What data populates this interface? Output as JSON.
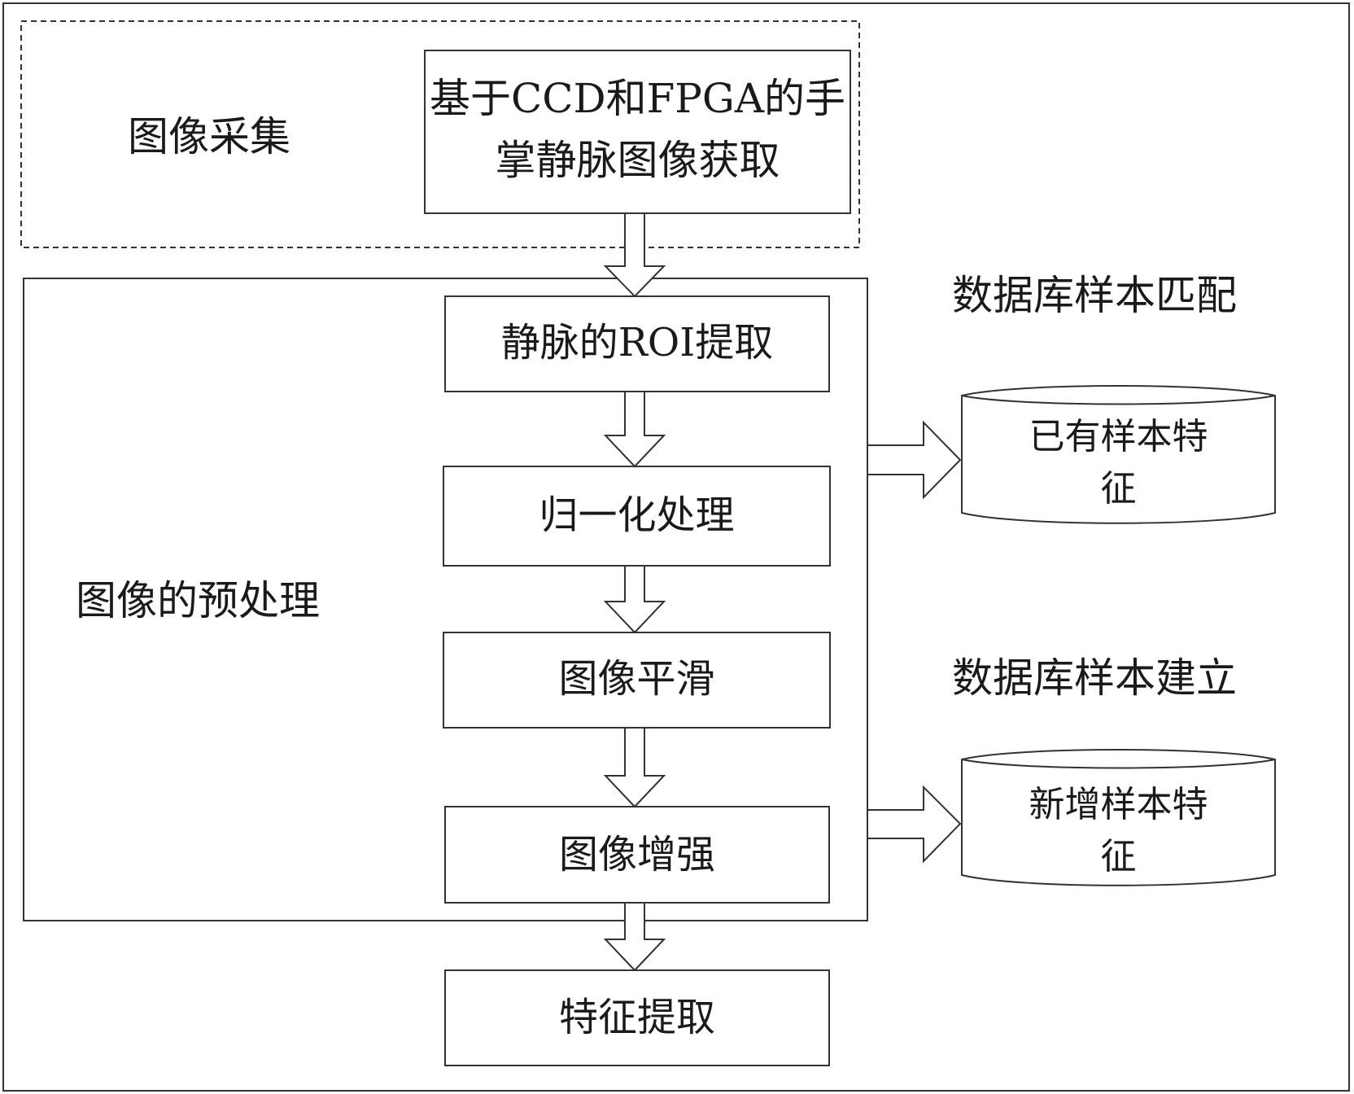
{
  "groups": {
    "acquisition": {
      "label": "图像采集"
    },
    "preprocessing": {
      "label": "图像的预处理"
    }
  },
  "steps": {
    "capture": {
      "line1": "基于CCD和FPGA的手",
      "line2": "掌静脉图像获取"
    },
    "roi": {
      "label": "静脉的ROI提取"
    },
    "normalize": {
      "label": "归一化处理"
    },
    "smooth": {
      "label": "图像平滑"
    },
    "enhance": {
      "label": "图像增强"
    },
    "features": {
      "label": "特征提取"
    }
  },
  "databases": {
    "matching": {
      "heading": "数据库样本匹配",
      "line1": "已有样本特",
      "line2": "征"
    },
    "building": {
      "heading": "数据库样本建立",
      "line1": "新增样本特",
      "line2": "征"
    }
  },
  "colors": {
    "stroke": "#333333",
    "background": "#ffffff"
  }
}
